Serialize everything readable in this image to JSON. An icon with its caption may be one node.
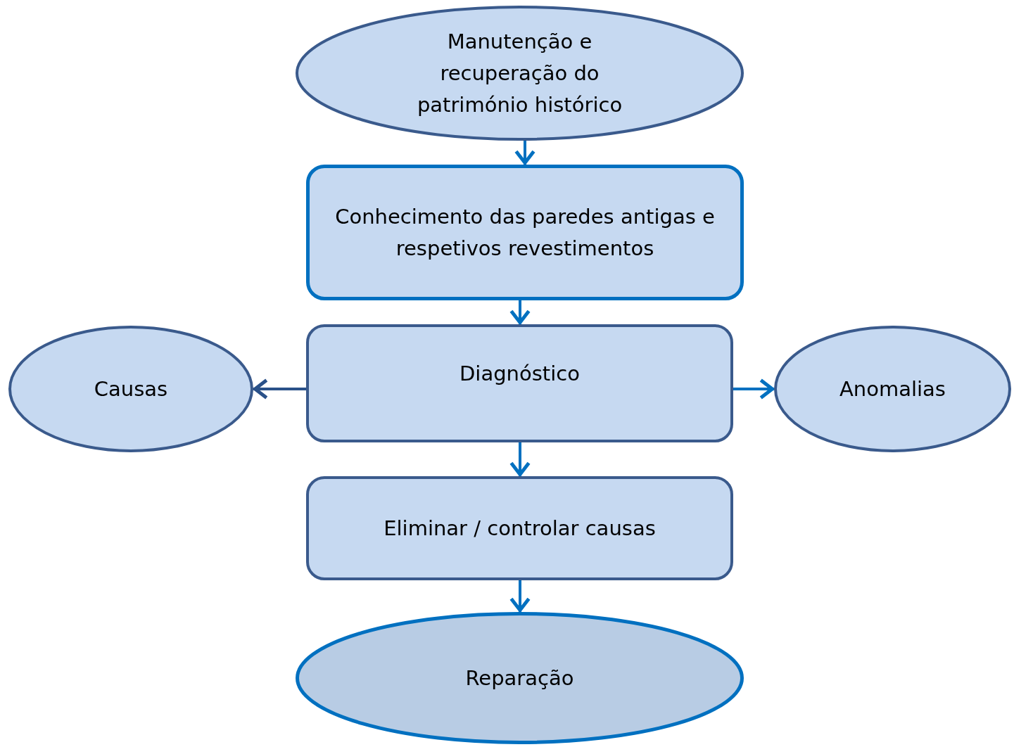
{
  "diagram": {
    "nodes": [
      {
        "text": [
          "Manutenção e recuperação do património histórico"
        ]
      },
      {
        "text": [
          "Conhecimento das paredes antigas e respetivos revestimentos"
        ]
      },
      {
        "text": [
          "Diagnóstico"
        ]
      },
      {
        "text": [
          "Causas"
        ]
      },
      {
        "text": [
          "Anomalias"
        ]
      },
      {
        "text": [
          "Eliminar / controlar causas"
        ]
      },
      {
        "text": [
          "Reparação"
        ]
      }
    ],
    "edges": [
      {
        "from": 0,
        "to": 1,
        "arrow": "to"
      },
      {
        "from": 1,
        "to": 2,
        "arrow": "to"
      },
      {
        "from": 2,
        "to": 3,
        "arrow": "to",
        "color": "#2a5189"
      },
      {
        "from": 2,
        "to": 4,
        "arrow": "to"
      },
      {
        "from": 2,
        "to": 5,
        "arrow": "to"
      },
      {
        "from": 5,
        "to": 6,
        "arrow": "to"
      }
    ]
  }
}
